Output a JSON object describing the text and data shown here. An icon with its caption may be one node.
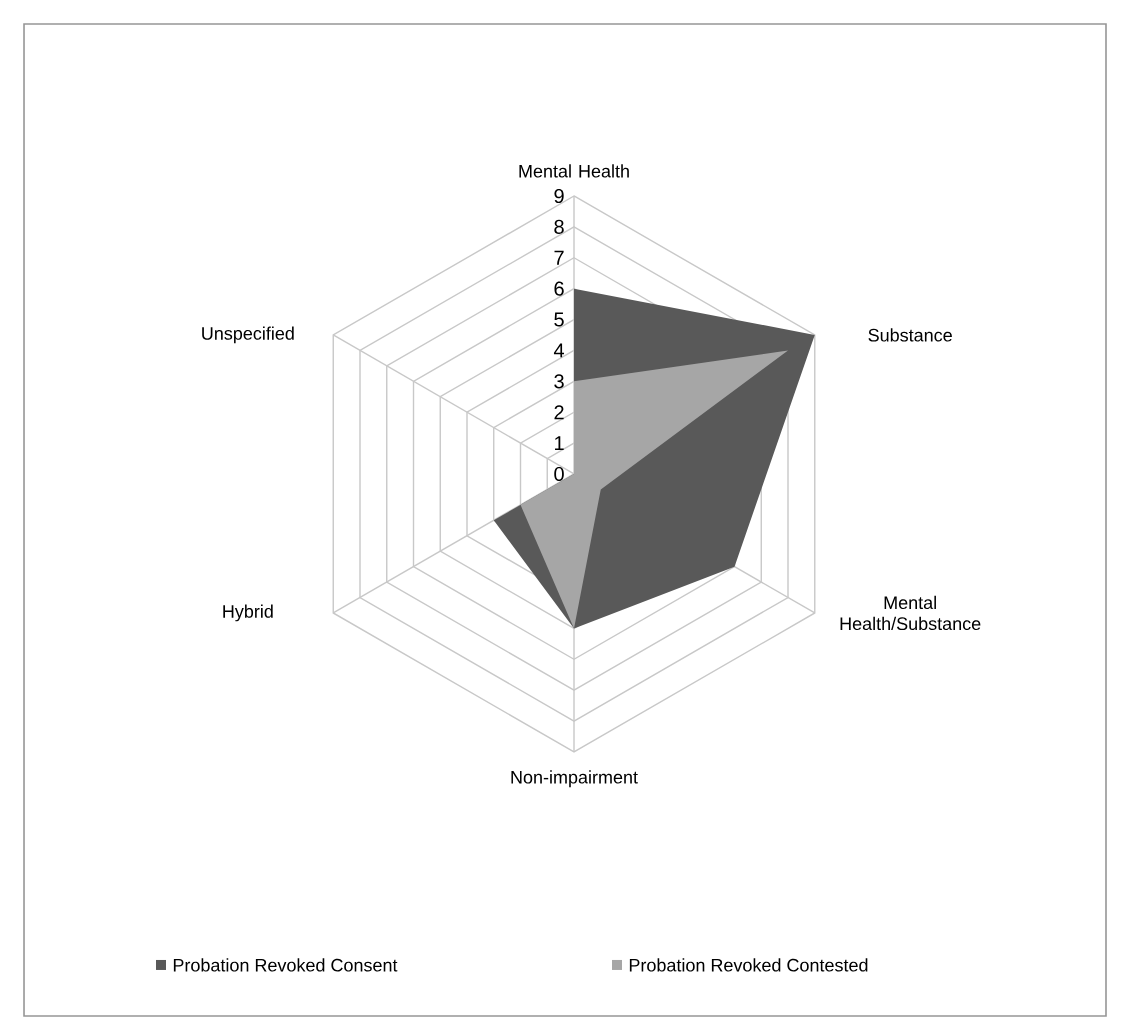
{
  "diagram": {
    "chart_data": {
      "type": "radar",
      "categories": [
        "Mental Health",
        "Substance",
        "Mental Health/Substance",
        "Non-impairment",
        "Hybrid",
        "Unspecified"
      ],
      "series": [
        {
          "name": "Probation Revoked Consent",
          "color": "#595959",
          "values": [
            6,
            9,
            6,
            5,
            3,
            0
          ]
        },
        {
          "name": "Probation Revoked Contested",
          "color": "#a6a6a6",
          "values": [
            3,
            8,
            1,
            5,
            2,
            0
          ]
        }
      ],
      "legend": "bottom",
      "ylim": [
        0,
        9
      ],
      "yticks": [
        0,
        1,
        2,
        3,
        4,
        5,
        6,
        7,
        8,
        9
      ]
    }
  }
}
